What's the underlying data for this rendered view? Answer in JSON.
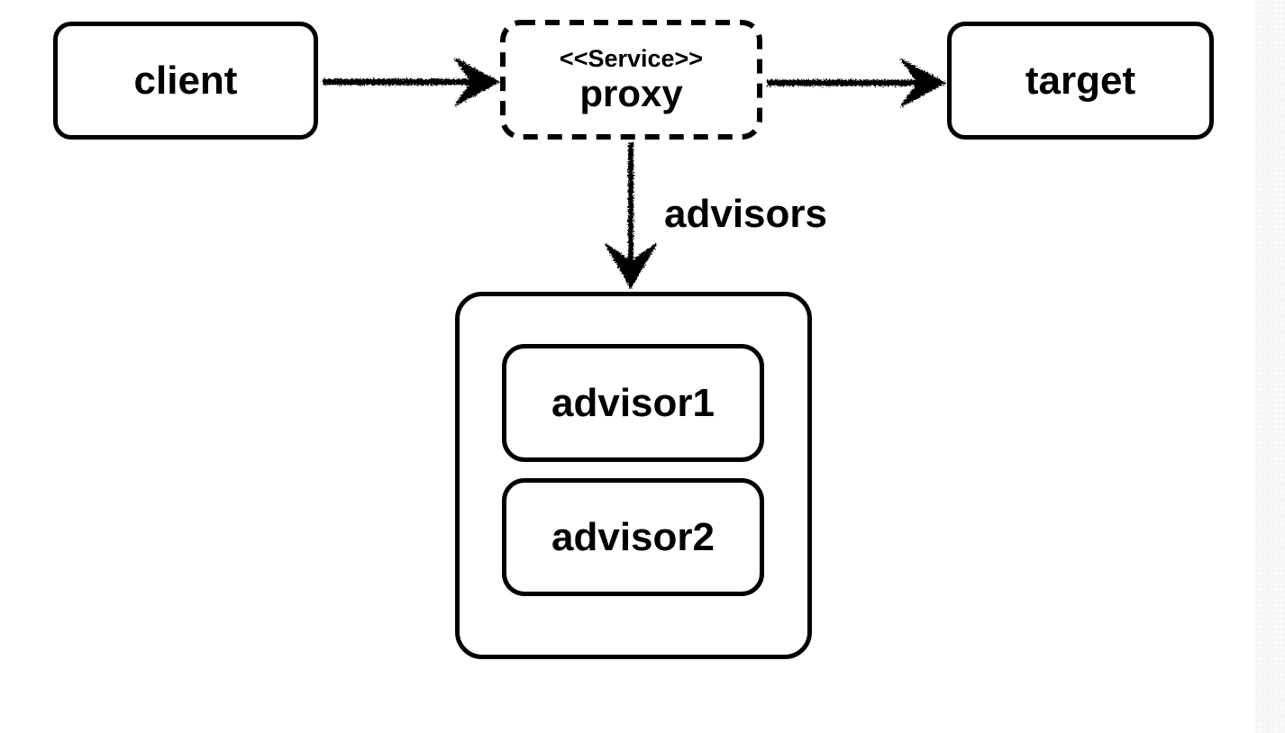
{
  "diagram": {
    "type": "proxy-pattern-structure",
    "nodes": {
      "client": {
        "label": "client"
      },
      "proxy": {
        "stereotype": "<<Service>>",
        "label": "proxy"
      },
      "target": {
        "label": "target"
      },
      "advisors": {
        "items": [
          {
            "label": "advisor1"
          },
          {
            "label": "advisor2"
          }
        ]
      }
    },
    "edges": {
      "client_to_proxy": {
        "from": "client",
        "to": "proxy",
        "style": "sketchy-arrow"
      },
      "proxy_to_target": {
        "from": "proxy",
        "to": "target",
        "style": "sketchy-arrow"
      },
      "proxy_to_advisors": {
        "from": "proxy",
        "to": "advisors",
        "style": "sketchy-arrow",
        "label": "advisors"
      }
    },
    "colors": {
      "stroke": "#000000",
      "background": "#ffffff",
      "right_strip": "#f8f8f8"
    }
  }
}
